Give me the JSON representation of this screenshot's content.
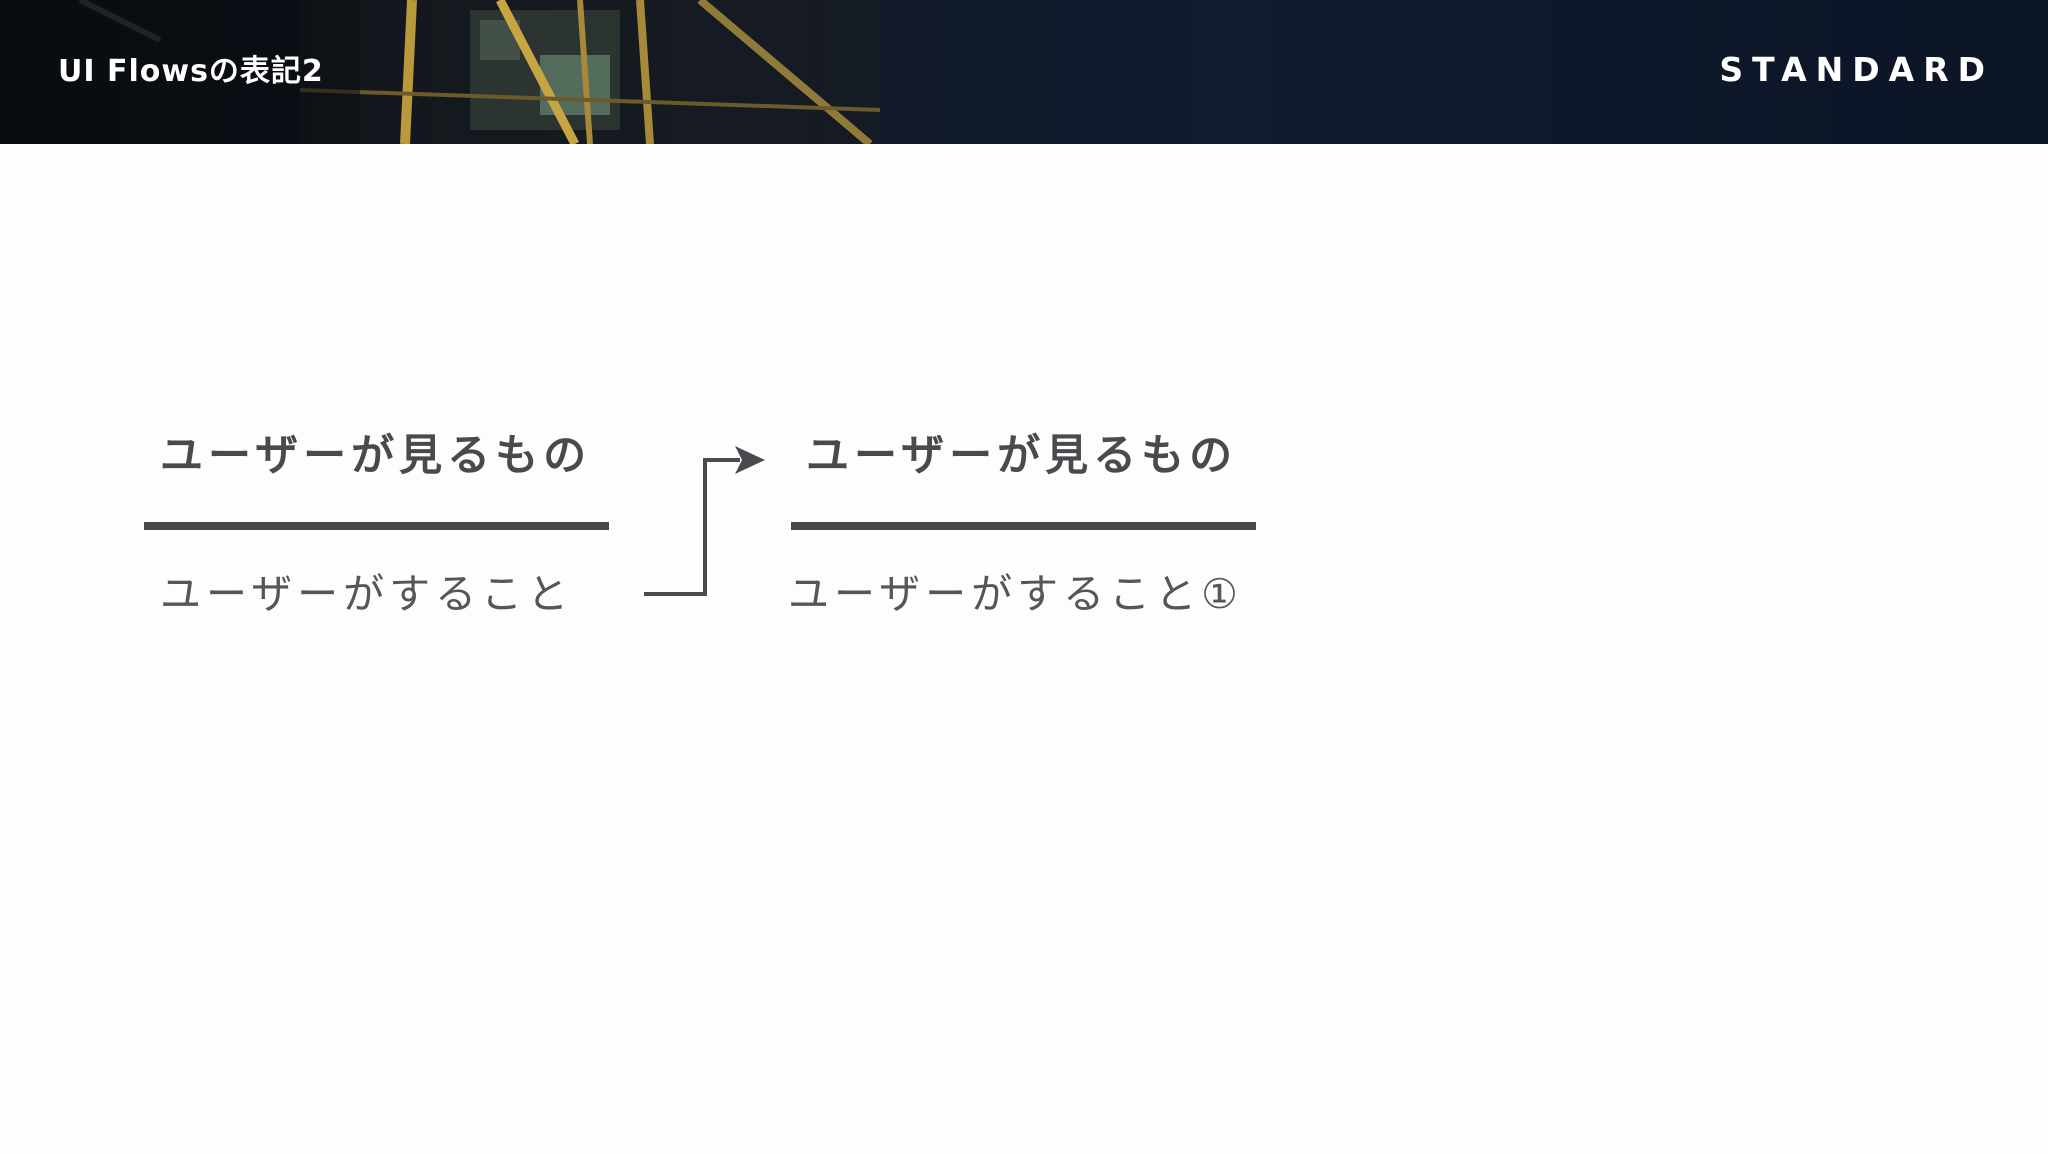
{
  "header": {
    "title": "UI Flowsの表記2",
    "brand": "STANDARD"
  },
  "flow": {
    "left_screen": {
      "title": "ユーザーが見るもの",
      "action": "ユーザーがすること"
    },
    "right_screen": {
      "title": "ユーザーが見るもの",
      "action": "ユーザーがすること①"
    }
  },
  "colors": {
    "header_bg": "#0d1628",
    "text_dark": "#4a4a4e",
    "line": "#4b4b4f"
  }
}
